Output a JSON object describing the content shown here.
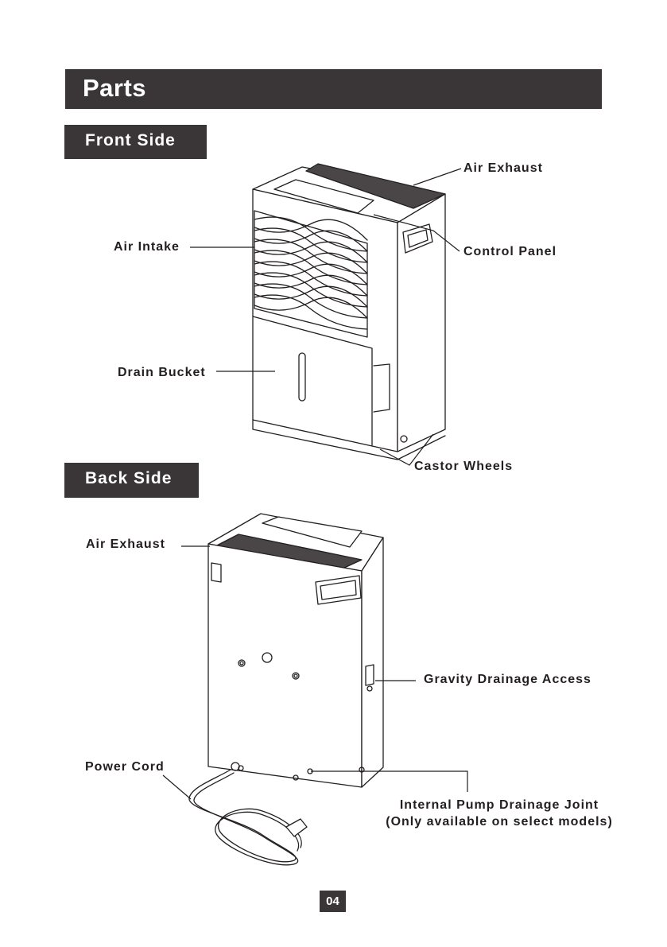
{
  "page": {
    "title": "Parts",
    "page_number": "04"
  },
  "front": {
    "heading": "Front Side",
    "labels": {
      "air_exhaust": "Air Exhaust",
      "control_panel": "Control Panel",
      "air_intake": "Air Intake",
      "drain_bucket": "Drain Bucket",
      "castor_wheels": "Castor Wheels"
    }
  },
  "back": {
    "heading": "Back Side",
    "labels": {
      "air_exhaust": "Air Exhaust",
      "gravity_drainage_access": "Gravity Drainage Access",
      "power_cord": "Power Cord",
      "pump_joint_line1": "Internal Pump Drainage Joint",
      "pump_joint_line2": "(Only available on select models)"
    }
  }
}
